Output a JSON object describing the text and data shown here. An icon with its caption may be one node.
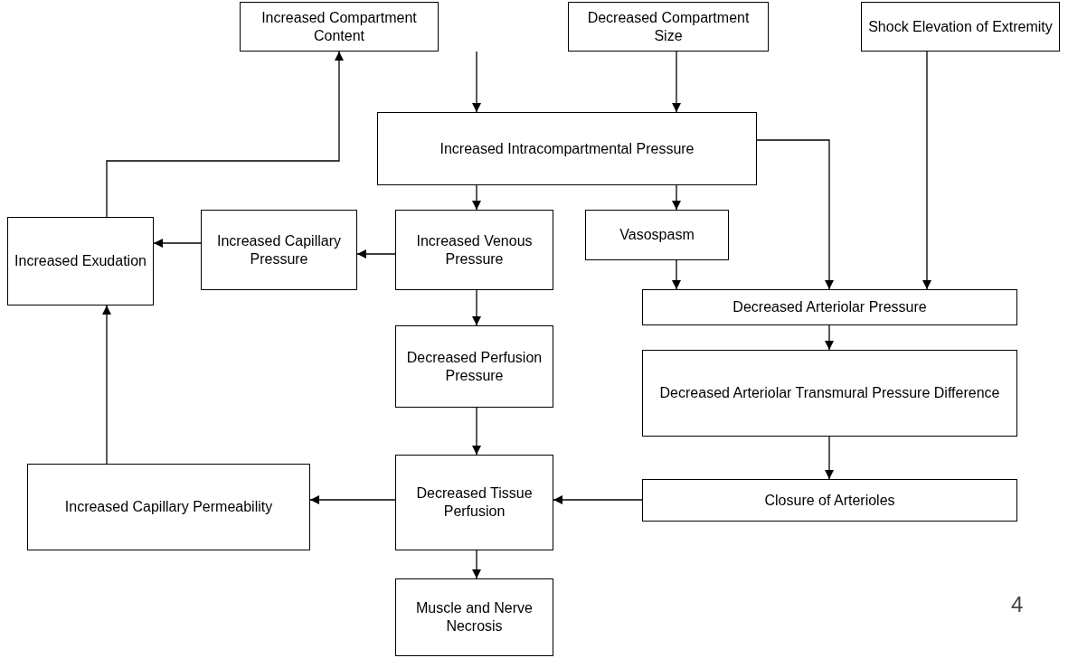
{
  "diagram": {
    "nodes": [
      {
        "text": [
          "Increased Compartment Content"
        ]
      },
      {
        "text": [
          "Decreased Compartment Size"
        ]
      },
      {
        "text": [
          "Shock Elevation of Extremity"
        ]
      },
      {
        "text": [
          "Increased Intracompartmental Pressure"
        ]
      },
      {
        "text": [
          "Increased Exudation"
        ]
      },
      {
        "text": [
          "Increased Capillary Pressure"
        ]
      },
      {
        "text": [
          "Increased Venous Pressure"
        ]
      },
      {
        "text": [
          "Vasospasm"
        ]
      },
      {
        "text": [
          "Decreased Arteriolar Pressure"
        ]
      },
      {
        "text": [
          "Decreased Perfusion Pressure"
        ]
      },
      {
        "text": [
          "Decreased Arteriolar Transmural Pressure Difference"
        ]
      },
      {
        "text": [
          "Increased Capillary Permeability"
        ]
      },
      {
        "text": [
          "Decreased Tissue Perfusion"
        ]
      },
      {
        "text": [
          "Closure of Arterioles"
        ]
      },
      {
        "text": [
          "Muscle and Nerve Necrosis"
        ]
      }
    ],
    "edges": [
      {
        "from": 0,
        "to": 3,
        "arrow": "to"
      },
      {
        "from": 1,
        "to": 3,
        "arrow": "to"
      },
      {
        "from": 3,
        "to": 8,
        "arrow": "to"
      },
      {
        "from": 2,
        "to": 8,
        "arrow": "to"
      },
      {
        "from": 3,
        "to": 6,
        "arrow": "to"
      },
      {
        "from": 3,
        "to": 7,
        "arrow": "to"
      },
      {
        "from": 7,
        "to": 8,
        "arrow": "to"
      },
      {
        "from": 6,
        "to": 5,
        "arrow": "to"
      },
      {
        "from": 5,
        "to": 4,
        "arrow": "to"
      },
      {
        "from": 6,
        "to": 9,
        "arrow": "to"
      },
      {
        "from": 9,
        "to": 12,
        "arrow": "to"
      },
      {
        "from": 8,
        "to": 10,
        "arrow": "to"
      },
      {
        "from": 10,
        "to": 13,
        "arrow": "to"
      },
      {
        "from": 13,
        "to": 12,
        "arrow": "to"
      },
      {
        "from": 12,
        "to": 11,
        "arrow": "to"
      },
      {
        "from": 11,
        "to": 4,
        "arrow": "to"
      },
      {
        "from": 4,
        "to": 0,
        "arrow": "to"
      },
      {
        "from": 12,
        "to": 14,
        "arrow": "to"
      }
    ],
    "labels": [
      "4"
    ]
  }
}
